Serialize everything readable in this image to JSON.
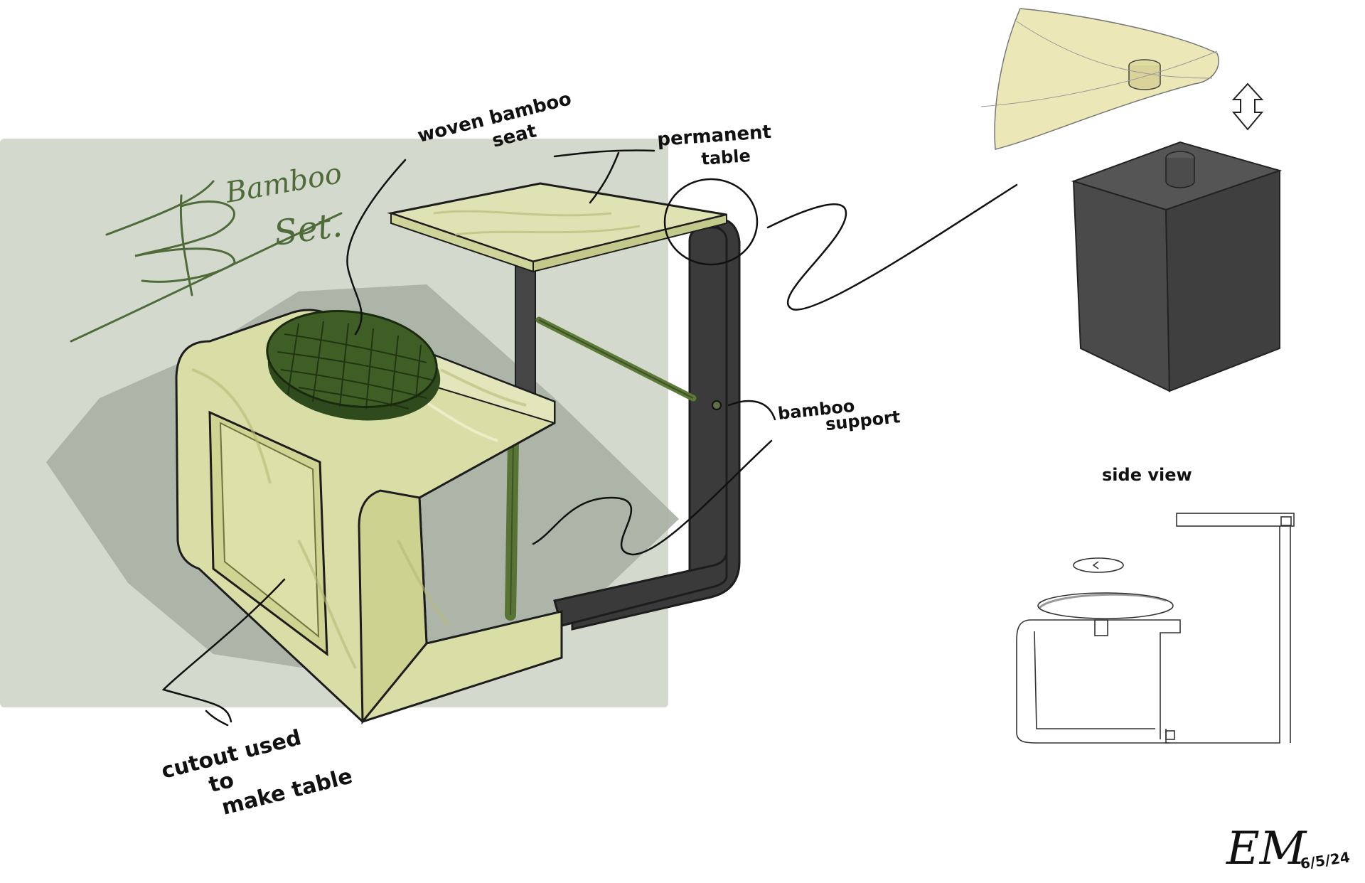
{
  "title": {
    "text_1": "Bamboo",
    "text_2": "Set.",
    "color": "#4f6b3a"
  },
  "labels": {
    "woven_seat": [
      "woven bamboo",
      "seat"
    ],
    "permanent_table": [
      "permanent",
      "table"
    ],
    "bamboo_support": [
      "bamboo",
      "support"
    ],
    "cutout": [
      "cutout used",
      "to",
      "make table"
    ],
    "side_view": "side view"
  },
  "signature": {
    "initials": "EM",
    "date": "6/5/24"
  },
  "colors": {
    "backdrop": "#d3d9cc",
    "shadow": "#a9b0a4",
    "bamboo_light": "#dfe3b3",
    "bamboo_mid": "#c9cf8f",
    "seat_green": "#3f5e25",
    "frame_dark": "#3a3a3a",
    "side_block": "#4a4a4a",
    "top_piece": "#ece7b6"
  }
}
